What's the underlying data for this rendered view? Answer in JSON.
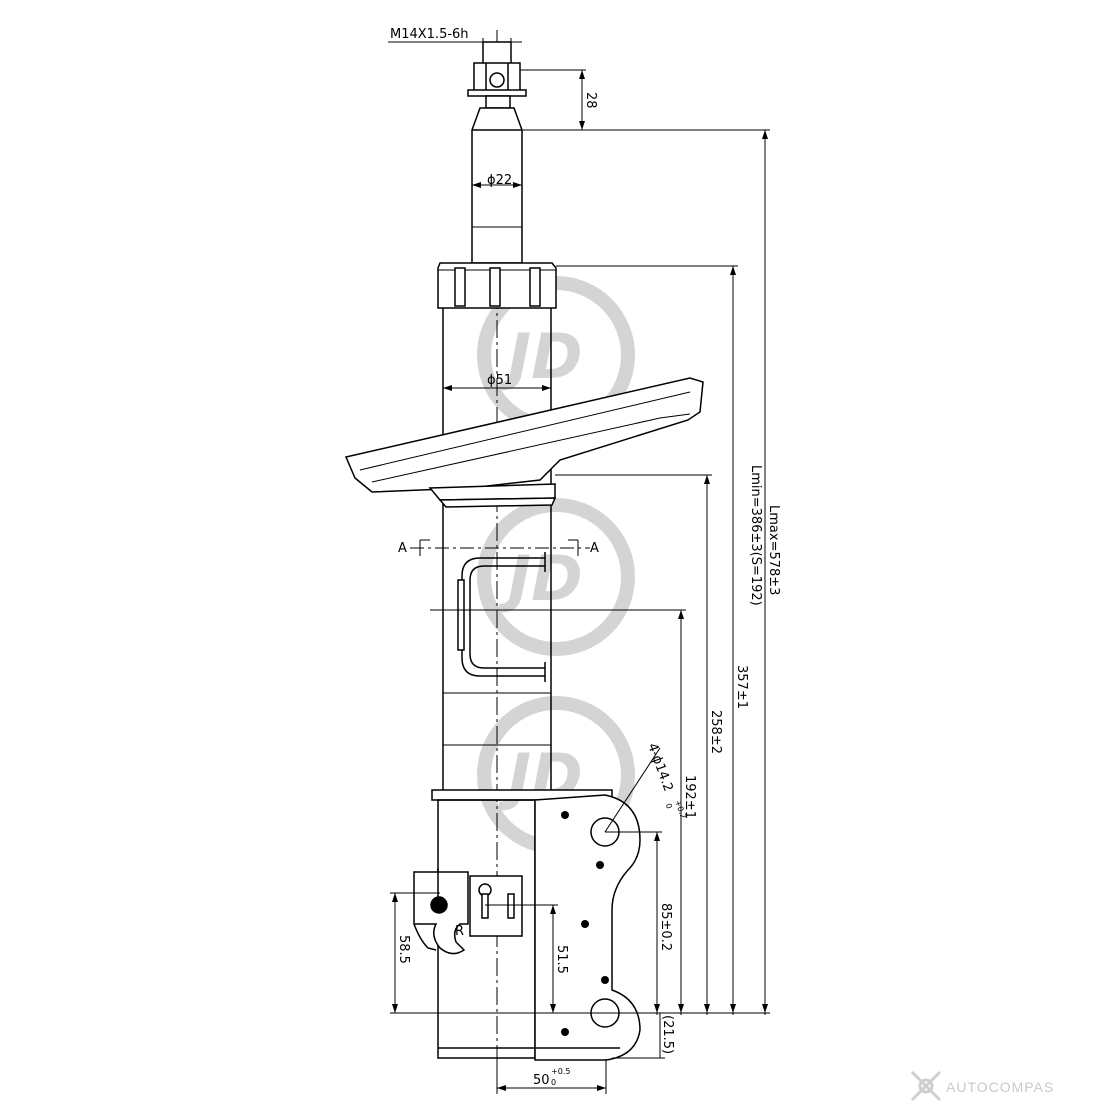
{
  "drawing": {
    "thread_spec": "M14X1.5-6h",
    "dim_top": "28",
    "dia_rod": "ϕ22",
    "dia_body": "ϕ51",
    "lmax": "Lmax=578±3",
    "lmin": "Lmin=386±3(S=192)",
    "dim_357": "357±1",
    "dim_258": "258±2",
    "dim_192": "192±1",
    "dim_85": "85±0.2",
    "dim_58": "58.5",
    "dim_51": "51.5",
    "dim_21": "(21.5)",
    "hole_spec": "4-ϕ14.2",
    "hole_tol_upper": "+0.2",
    "hole_tol_lower": "0",
    "width_value": "50",
    "width_tol_upper": "+0.5",
    "width_tol_lower": "0",
    "section_left": "A",
    "section_right": "A",
    "radius_label": "R"
  },
  "watermark": {
    "logo_text": "JD",
    "brand": "AUTOCOMPAS"
  }
}
